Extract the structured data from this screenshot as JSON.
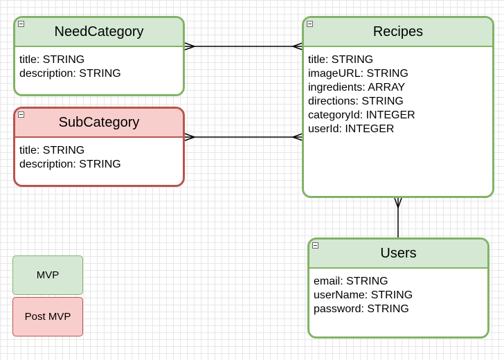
{
  "entities": {
    "need_category": {
      "title": "NeedCategory",
      "attributes": [
        "title: STRING",
        "description: STRING"
      ]
    },
    "sub_category": {
      "title": "SubCategory",
      "attributes": [
        "title: STRING",
        "description: STRING"
      ]
    },
    "recipes": {
      "title": "Recipes",
      "attributes": [
        "title: STRING",
        "imageURL: STRING",
        "ingredients: ARRAY",
        "directions: STRING",
        "categoryId: INTEGER",
        "userId: INTEGER"
      ]
    },
    "users": {
      "title": "Users",
      "attributes": [
        "email: STRING",
        "userName: STRING",
        "password: STRING"
      ]
    }
  },
  "legend": {
    "mvp": "MVP",
    "post_mvp": "Post MVP"
  },
  "colors": {
    "mvp_fill": "#d5e8d4",
    "mvp_stroke": "#82b366",
    "post_mvp_fill": "#f8cecc",
    "post_mvp_stroke": "#b85450"
  }
}
